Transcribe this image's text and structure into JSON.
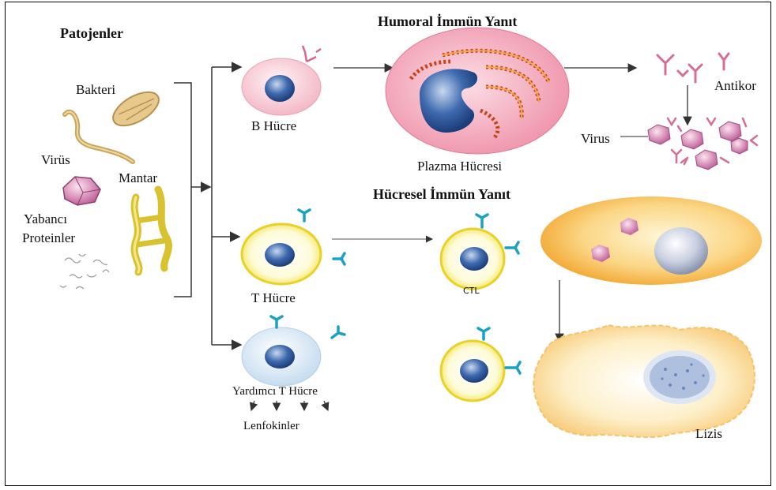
{
  "titles": {
    "pathogens": "Patojenler",
    "humoral": "Humoral İmmün Yanıt",
    "cellular": "Hücresel İmmün Yanıt"
  },
  "pathogens": {
    "bacteria": "Bakteri",
    "virus": "Virüs",
    "fungus": "Mantar",
    "foreign_proteins_1": "Yabancı",
    "foreign_proteins_2": "Proteinler"
  },
  "cells": {
    "b_cell": "B Hücre",
    "plasma_cell": "Plazma Hücresi",
    "t_cell": "T Hücre",
    "helper_t_cell": "Yardımcı T Hücre",
    "ctl": "CTL"
  },
  "products": {
    "antibody": "Antikor",
    "virus": "Virus",
    "lymphokines": "Lenfokinler",
    "lysis": "Lizis"
  }
}
